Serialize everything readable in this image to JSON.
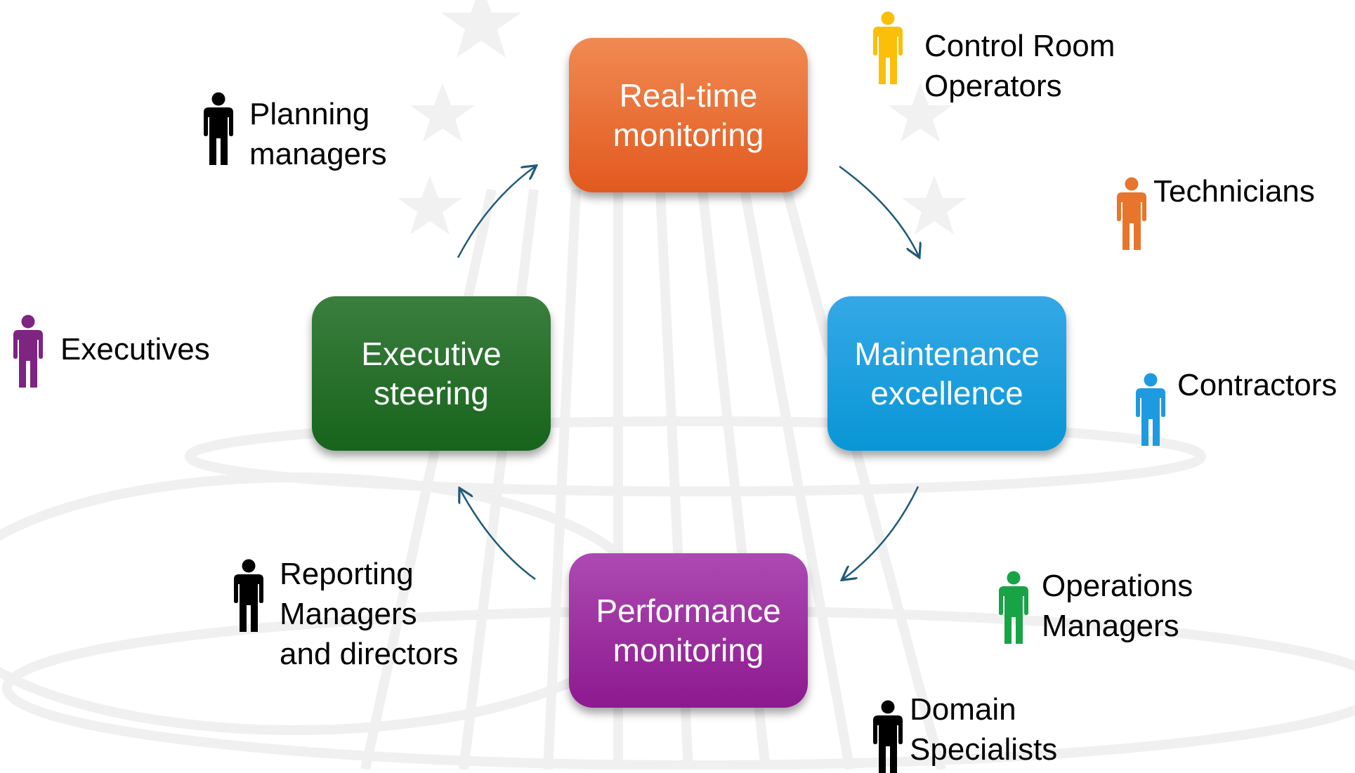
{
  "stages": [
    {
      "key": "realtime",
      "lines": [
        "Real-time",
        "monitoring"
      ],
      "color_top": "#f08a52",
      "color_bottom": "#e2591f"
    },
    {
      "key": "maintenance",
      "lines": [
        "Maintenance",
        "excellence"
      ],
      "color_top": "#35a8e6",
      "color_bottom": "#0896d6"
    },
    {
      "key": "performance",
      "lines": [
        "Performance",
        "monitoring"
      ],
      "color_top": "#ad4ab2",
      "color_bottom": "#8d198f"
    },
    {
      "key": "executive",
      "lines": [
        "Executive",
        "steering"
      ],
      "color_top": "#3b7e3e",
      "color_bottom": "#17641c"
    }
  ],
  "roles": [
    {
      "key": "control-room",
      "lines": [
        "Control Room",
        "Operators"
      ],
      "icon": "person-icon",
      "color": "#fbbf0a"
    },
    {
      "key": "technicians",
      "lines": [
        "Technicians"
      ],
      "icon": "person-icon",
      "color": "#e8752c"
    },
    {
      "key": "contractors",
      "lines": [
        "Contractors"
      ],
      "icon": "person-icon",
      "color": "#1e9be0"
    },
    {
      "key": "operations",
      "lines": [
        "Operations",
        "Managers"
      ],
      "icon": "person-icon",
      "color": "#19a347"
    },
    {
      "key": "domain",
      "lines": [
        "Domain",
        "Specialists"
      ],
      "icon": "person-icon",
      "color": "#000000"
    },
    {
      "key": "reporting",
      "lines": [
        "Reporting",
        "Managers",
        "and directors"
      ],
      "icon": "person-icon",
      "color": "#000000"
    },
    {
      "key": "executives",
      "lines": [
        "Executives"
      ],
      "icon": "person-icon",
      "color": "#7e2482"
    },
    {
      "key": "planning",
      "lines": [
        "Planning",
        "managers"
      ],
      "icon": "person-icon",
      "color": "#000000"
    }
  ],
  "arrow_color": "#1f5a78"
}
